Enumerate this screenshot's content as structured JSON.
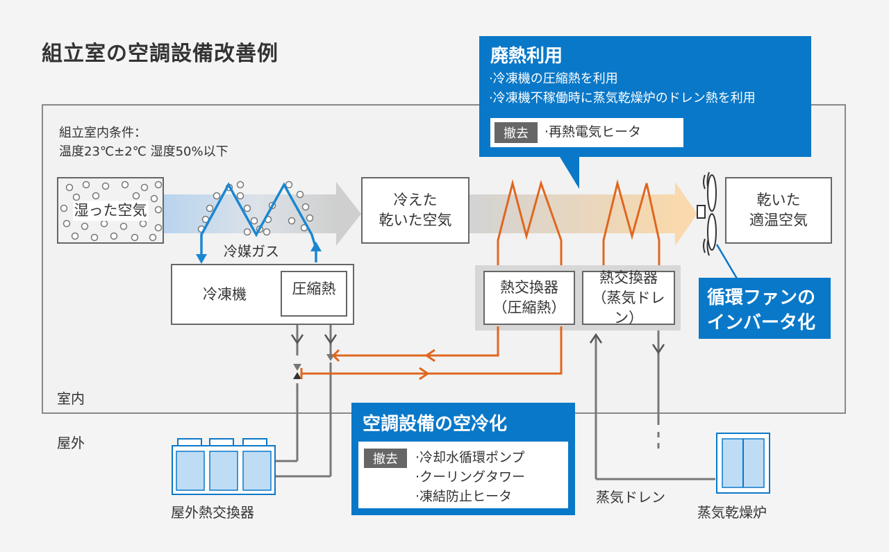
{
  "title": "組立室の空調設備改善例",
  "conditions": {
    "line1": "組立室内条件：",
    "line2": "温度23℃±2℃ 湿度50%以下"
  },
  "boxes": {
    "humid_air": "湿った空気",
    "cool_dry_air_1": "冷えた",
    "cool_dry_air_2": "乾いた空気",
    "dry_air_1": "乾いた",
    "dry_air_2": "適温空気",
    "chiller": "冷凍機",
    "compression_heat": "圧縮熱",
    "hx1_line1": "熱交換器",
    "hx1_line2": "（圧縮熱）",
    "hx2_line1": "熱交換器",
    "hx2_line2": "（蒸気ドレン）"
  },
  "labels": {
    "refrigerant_gas": "冷媒ガス",
    "indoor": "室内",
    "outdoor": "屋外",
    "outdoor_hx": "屋外熱交換器",
    "steam_drain": "蒸気ドレン",
    "steam_dryer": "蒸気乾燥炉"
  },
  "callouts": {
    "waste_heat": {
      "title": "廃熱利用",
      "items": [
        "·冷凍機の圧縮熱を利用",
        "·冷凍機不稼働時に蒸気乾燥炉のドレン熱を利用"
      ],
      "removed_tag": "撤去",
      "removed_items": [
        "·再熱電気ヒータ"
      ]
    },
    "fan": {
      "line1": "循環ファンの",
      "line2": "インバータ化"
    },
    "air_cooling": {
      "title": "空調設備の空冷化",
      "removed_tag": "撤去",
      "removed_items": [
        "·冷却水循環ポンプ",
        "·クーリングタワー",
        "·凍結防止ヒータ"
      ]
    }
  },
  "colors": {
    "blue": "#0a78c8",
    "orange": "#e0661e",
    "gray": "#666666"
  }
}
